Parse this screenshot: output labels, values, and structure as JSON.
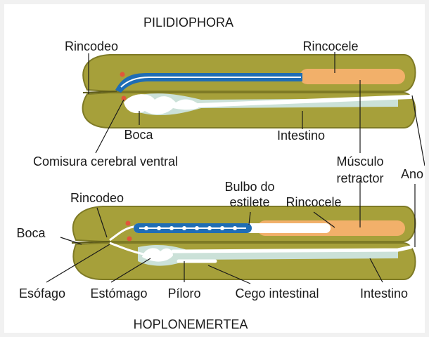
{
  "diagram": {
    "top_title": "PILIDIOPHORA",
    "bottom_title": "HOPLONEMERTEA",
    "top_labels": {
      "rincodeo": "Rincodeo",
      "rincocele": "Rincocele",
      "boca": "Boca",
      "intestino": "Intestino",
      "comisura": "Comisura cerebral ventral"
    },
    "shared_labels": {
      "musculo_line1": "Músculo",
      "musculo_line2": "retractor",
      "ano": "Ano"
    },
    "bottom_labels": {
      "rincodeo": "Rincodeo",
      "bulbo_line1": "Bulbo do",
      "bulbo_line2": "estilete",
      "rincocele": "Rincocele",
      "boca": "Boca",
      "esofago": "Esófago",
      "estomago": "Estómago",
      "piloro": "Píloro",
      "cego": "Cego intestinal",
      "intestino": "Intestino"
    },
    "colors": {
      "body_fill": "#a6a03a",
      "body_edge": "#7e7a25",
      "proboscis_blue": "#1f6db5",
      "rhynchocoel_orange": "#f2b06a",
      "gut_light": "#cfe8ea",
      "nerve_red": "#e0573a"
    }
  }
}
